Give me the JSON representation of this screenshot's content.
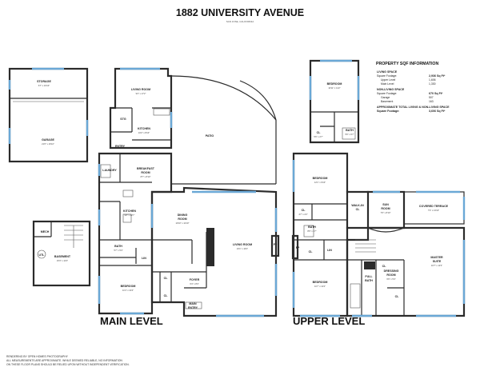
{
  "title": "1882 UNIVERSITY AVENUE",
  "subtitle": "SAN JOSE, CALIFORNIA",
  "levels": {
    "main": "MAIN LEVEL",
    "upper": "UPPER LEVEL"
  },
  "info": {
    "heading": "PROPERTY SQF INFORMATION",
    "living_label": "LIVING SPACE",
    "living_sqft_label": "Square Footage:",
    "living_sqft": "2,936 Sq Ft*",
    "upper_label": "Upper Level",
    "upper_val": "1,606",
    "main_label": "Main Level",
    "main_val": "1,330",
    "nonliving_label": "NON-LIVING SPACE",
    "nonliving_sqft_label": "Square Footage:",
    "nonliving_sqft": "670 Sq Ft*",
    "garage_label": "Garage",
    "garage_val": "507",
    "basement_label": "Basement",
    "basement_val": "163",
    "total_label": "APPROXIMATE TOTAL LIVING & NON-LIVING SPACE",
    "total_sqft_label": "Square Footage:",
    "total_sqft": "3,606 Sq Ft*"
  },
  "disclaimer": {
    "line1": "RENDERING BY OPEN HOMES PHOTOGRAPHY",
    "line2": "ALL MEASUREMENTS ARE APPROXIMATE. WHILE DEEMED RELIABLE, NO INFORMATION",
    "line3": "ON THESE FLOOR PLANS SHOULD BE RELIED UPON WITHOUT INDEPENDENT VERIFICATION."
  },
  "rooms": {
    "storage": {
      "name": "STORAGE",
      "dim": "6'7\" x 16'10\""
    },
    "garage": {
      "name": "GARAGE",
      "dim": "21'6\" x 16'10\""
    },
    "living_room_top": {
      "name": "LIVING ROOM",
      "dim": "9'2\" x 17'2\""
    },
    "stg": {
      "name": "STG"
    },
    "kitchen_top": {
      "name": "KITCHEN",
      "dim": "10'2\" x 8'10\""
    },
    "entry_top": {
      "name": "ENTRY"
    },
    "patio": {
      "name": "PATIO"
    },
    "laundry": {
      "name": "LAUNDRY"
    },
    "breakfast": {
      "name": "BREAKFAST",
      "name2": "ROOM",
      "dim": "8'7\" x 8'10\""
    },
    "kitchen_main": {
      "name": "KITCHEN",
      "dim": "9'8\" x 12'7\""
    },
    "dining": {
      "name": "DINING",
      "name2": "ROOM",
      "dim": "10'10\" x 12'10\""
    },
    "mech": {
      "name": "MECH"
    },
    "utl": {
      "name": "UTL"
    },
    "basement": {
      "name": "BASEMENT",
      "dim": "15'3\" x 12'3\""
    },
    "bath_main": {
      "name": "BATH",
      "dim": "5'7\" x 5'4\""
    },
    "lin_main": {
      "name": "LIN"
    },
    "living_main": {
      "name": "LIVING ROOM",
      "dim": "23'1\" x 16'4\""
    },
    "fp_main": {
      "name": "FP"
    },
    "bedroom_main": {
      "name": "BEDROOM",
      "dim": "11'4\" x 10'4\""
    },
    "foyer": {
      "name": "FOYER",
      "dim": "6'4\" x 8'4\""
    },
    "cl_main1": {
      "name": "CL"
    },
    "cl_main2": {
      "name": "CL"
    },
    "main_entry": {
      "name": "MAIN",
      "name2": "ENTRY"
    },
    "bedroom_up_top": {
      "name": "BEDROOM",
      "dim": "10'11\" x 11'2\""
    },
    "cl_up_top": {
      "name": "CL",
      "dim": "5'6\" x 2'7\""
    },
    "bath_up_top": {
      "name": "BATH",
      "dim": "5'6\" x 6'7\""
    },
    "bedroom_up_mid": {
      "name": "BEDROOM",
      "dim": "12'1\" x 9'10\""
    },
    "cl_up_mid": {
      "name": "CL",
      "dim": "4'7\" x 2'2\""
    },
    "walkin": {
      "name": "WALK-IN",
      "name2": "CL"
    },
    "sun_room": {
      "name": "SUN",
      "name2": "ROOM",
      "dim": "7'6\" x 8'10\""
    },
    "covered_terrace": {
      "name": "COVERED TERRACE",
      "dim": "7'4\" x 13'10\""
    },
    "bath_up_mid": {
      "name": "BATH",
      "dim": "8'6\" x 4'7\""
    },
    "cl_up_mid2": {
      "name": "CL"
    },
    "lin_up": {
      "name": "LIN"
    },
    "fp_up": {
      "name": "FP"
    },
    "bedroom_up_bot": {
      "name": "BEDROOM",
      "dim": "11'7\" x 12'2\""
    },
    "full_bath": {
      "name": "FULL",
      "name2": "BATH"
    },
    "cl_up_bot1": {
      "name": "CL"
    },
    "dressing": {
      "name": "DRESSING",
      "name2": "ROOM",
      "dim": "6'9\" x 5'4\""
    },
    "cl_up_bot2": {
      "name": "CL"
    },
    "master": {
      "name": "MASTER",
      "name2": "SUITE",
      "dim": "16'7\" x 11'3\""
    }
  }
}
